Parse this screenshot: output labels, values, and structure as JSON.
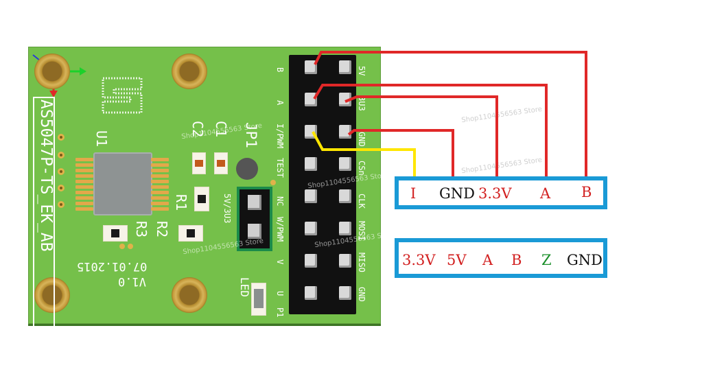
{
  "board": {
    "name": "AS5047P-TS_EK_AB",
    "version": "V1.0",
    "date": "07.01.2015",
    "u1": "U1",
    "c1": "C1",
    "c2": "C2",
    "jp1": "JP1",
    "r1": "R1",
    "r2": "R2",
    "r3": "R3",
    "led": "LED",
    "p1": "P1",
    "jumper_label": "5V/3U3",
    "left_pin_labels": [
      "B",
      "A",
      "I/PWM",
      "TEST",
      "NC",
      "W/PWM",
      "V",
      "U"
    ],
    "right_pin_labels": [
      "5V",
      "3U3",
      "GND",
      "CSn",
      "CLK",
      "MOSI",
      "MISO",
      "GND"
    ],
    "watermarks": [
      "Shop1104556563 Store",
      "Shop1104556563 Store",
      "Shop1104556563 Store",
      "Shop1104556563 Store",
      "Shop1104556563 Store",
      "Shop1104556563 Store"
    ]
  },
  "connector_top": {
    "labels": [
      "I",
      "GND",
      "3.3V",
      "A",
      "B"
    ]
  },
  "connector_bottom": {
    "labels": [
      "3.3V",
      "5V",
      "A",
      "B",
      "Z",
      "GND"
    ]
  },
  "colors": {
    "wire_red": "#e02828",
    "wire_yellow": "#ffe600",
    "box_blue": "#1a9ad6",
    "label_red": "#d22020",
    "label_black": "#111111",
    "label_green": "#1a8f2a",
    "pcb_green": "#75c04a"
  }
}
